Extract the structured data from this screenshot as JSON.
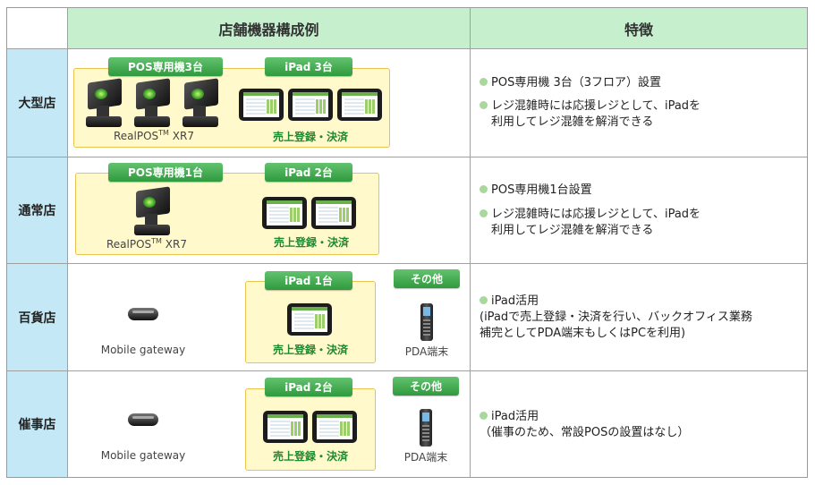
{
  "header": {
    "col1": "店舗機器構成例",
    "col2": "特徴"
  },
  "colors": {
    "header_bg": "#c6efce",
    "rowhead_bg": "#c5e8f6",
    "box_bg": "#fff9cc",
    "tag_green": "#3aa84a",
    "label_green": "#1d8a2e"
  },
  "rows": [
    {
      "name": "大型店",
      "pos_tag": "POS専用機3台",
      "ipad_tag": "iPad 3台",
      "pos_caption": "RealPOS",
      "pos_caption_tm": "TM",
      "pos_caption_model": " XR7",
      "ipad_label": "売上登録・決済",
      "features": [
        "POS専用機 3台（3フロア）設置",
        "レジ混雑時には応援レジとして、iPadを",
        "利用してレジ混雑を解消できる"
      ]
    },
    {
      "name": "通常店",
      "pos_tag": "POS専用機1台",
      "ipad_tag": "iPad 2台",
      "pos_caption": "RealPOS",
      "pos_caption_tm": "TM",
      "pos_caption_model": " XR7",
      "ipad_label": "売上登録・決済",
      "features": [
        "POS専用機1台設置",
        "レジ混雑時には応援レジとして、iPadを",
        "利用してレジ混雑を解消できる"
      ]
    },
    {
      "name": "百貨店",
      "gateway_caption": "Mobile gateway",
      "ipad_tag": "iPad 1台",
      "ipad_label": "売上登録・決済",
      "other_tag": "その他",
      "pda_caption": "PDA端末",
      "features": [
        "iPad活用",
        "(iPadで売上登録・決済を行い、バックオフィス業務",
        "補完としてPDA端末もしくはPCを利用)"
      ]
    },
    {
      "name": "催事店",
      "gateway_caption": "Mobile gateway",
      "ipad_tag": "iPad 2台",
      "ipad_label": "売上登録・決済",
      "other_tag": "その他",
      "pda_caption": "PDA端末",
      "features": [
        "iPad活用",
        "（催事のため、常設POSの設置はなし）"
      ]
    }
  ]
}
